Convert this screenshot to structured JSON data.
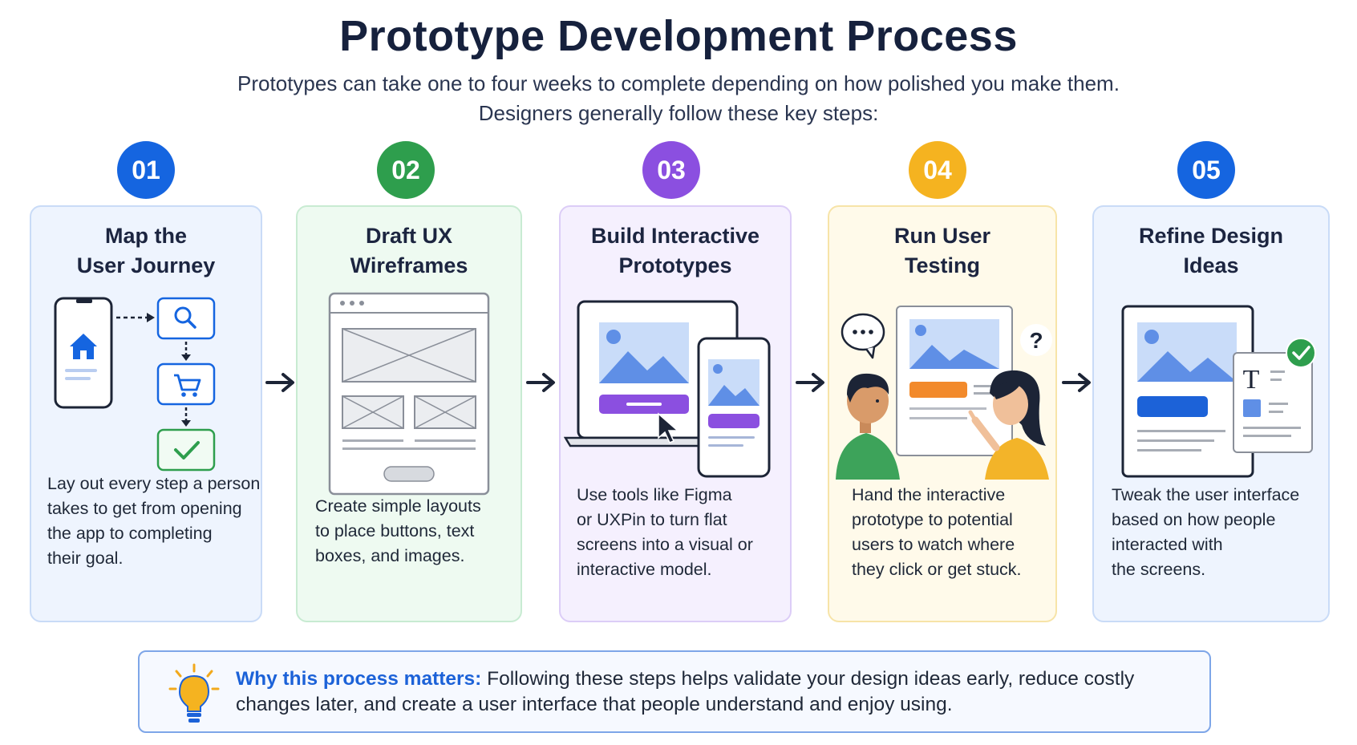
{
  "header": {
    "title": "Prototype Development Process",
    "subtitle_line1": "Prototypes can take one to four weeks to complete depending on how polished you make them.",
    "subtitle_line2": "Designers generally follow these key steps:"
  },
  "steps": [
    {
      "number": "01",
      "title_line1": "Map the",
      "title_line2": "User Journey",
      "desc": [
        "Lay out every step a person",
        "takes to get from opening",
        "the app to completing",
        "their goal."
      ],
      "color": "#1565e0",
      "bg": "#eef4fe",
      "border": "#c9dbf7"
    },
    {
      "number": "02",
      "title_line1": "Draft UX",
      "title_line2": "Wireframes",
      "desc": [
        "Create simple layouts",
        "to place buttons, text",
        "boxes, and images."
      ],
      "color": "#2e9e4d",
      "bg": "#eefaf1",
      "border": "#c8ebd2"
    },
    {
      "number": "03",
      "title_line1": "Build Interactive",
      "title_line2": "Prototypes",
      "desc": [
        "Use tools like Figma",
        "or UXPin to turn flat",
        "screens into a visual or",
        "interactive model."
      ],
      "color": "#8b4fe0",
      "bg": "#f5f0fe",
      "border": "#dccdf7"
    },
    {
      "number": "04",
      "title_line1": "Run User",
      "title_line2": "Testing",
      "desc": [
        "Hand the interactive",
        "prototype to potential",
        "users to watch where",
        "they click or get stuck."
      ],
      "color": "#f5b320",
      "bg": "#fffaea",
      "border": "#f7e4a8"
    },
    {
      "number": "05",
      "title_line1": "Refine Design",
      "title_line2": "Ideas",
      "desc": [
        "Tweak the user interface",
        "based on how people",
        "interacted with",
        "the screens."
      ],
      "color": "#1565e0",
      "bg": "#eef4fe",
      "border": "#c9dbf7"
    }
  ],
  "callout": {
    "heading": "Why this process matters:",
    "body": " Following these steps helps validate your design ideas early, reduce costly changes later, and create a user interface that people understand and enjoy using."
  },
  "icons": {
    "step1": [
      "phone-icon",
      "home-icon",
      "search-icon",
      "cart-icon",
      "check-icon"
    ],
    "step2": "wireframe-icon",
    "step3": [
      "laptop-icon",
      "mobile-icon",
      "cursor-icon"
    ],
    "step4": [
      "speech-bubble-icon",
      "question-icon",
      "user-man-icon",
      "user-woman-icon"
    ],
    "step5": [
      "document-icon",
      "text-icon",
      "check-badge-icon"
    ],
    "callout": "lightbulb-icon"
  }
}
